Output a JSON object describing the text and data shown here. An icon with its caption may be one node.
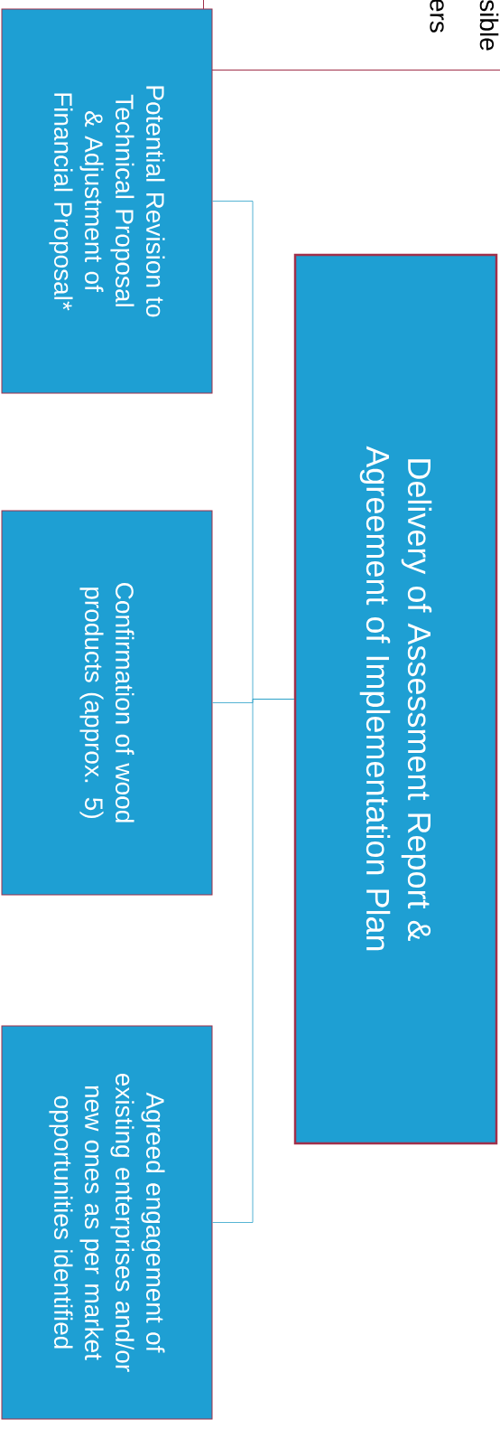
{
  "diagram": {
    "nodes": [
      {
        "text": [
          "sible",
          "ers"
        ]
      },
      {
        "text": [
          "Delivery of Assessment Report & Agreement of Implementation Plan"
        ]
      },
      {
        "text": [
          "Potential Revision to Technical Proposal & Adjustment of Financial Proposal*"
        ]
      },
      {
        "text": [
          "Confirmation of wood products (approx. 5)"
        ]
      },
      {
        "text": [
          "Agreed engagement of existing enterprises and/or new ones as per market opportunities identified"
        ]
      }
    ],
    "edges": [
      {
        "from": 1,
        "to": 2,
        "arrow": "none"
      },
      {
        "from": 1,
        "to": 3,
        "arrow": "none"
      },
      {
        "from": 1,
        "to": 4,
        "arrow": "none"
      }
    ]
  }
}
